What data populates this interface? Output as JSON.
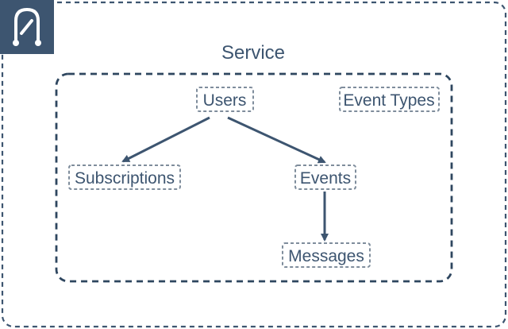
{
  "service": {
    "title": "Service",
    "entities": {
      "users": "Users",
      "event_types": "Event Types",
      "subscriptions": "Subscriptions",
      "events": "Events",
      "messages": "Messages"
    }
  },
  "colors": {
    "primary": "#3d5570",
    "inner_border": "#2e465f",
    "badge_border": "#7f8d9c",
    "logo_bg": "#3d5570",
    "logo_fg": "#ffffff",
    "background": "#ffffff"
  },
  "logo": {
    "icon": "svix-logo-icon"
  }
}
